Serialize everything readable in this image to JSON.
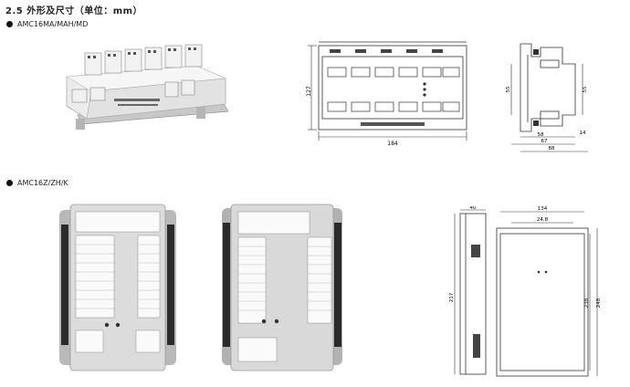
{
  "section": {
    "title": "2.5 外形及尺寸（单位：mm）"
  },
  "models": [
    {
      "name": "AMC16MA/MAH/MD"
    },
    {
      "name": "AMC16Z/ZH/K"
    }
  ],
  "front_drawing": {
    "width_label": "184",
    "height_label": "127"
  },
  "side_drawing": {
    "labels": [
      "55",
      "55",
      "14",
      "58",
      "67",
      "88"
    ]
  },
  "back_drawing": {
    "label_top": "40",
    "label_mid": "217"
  },
  "panel_drawing": {
    "width_outer": "134",
    "width_inner": "24.8",
    "height_inner": "238",
    "height_outer": "248"
  }
}
